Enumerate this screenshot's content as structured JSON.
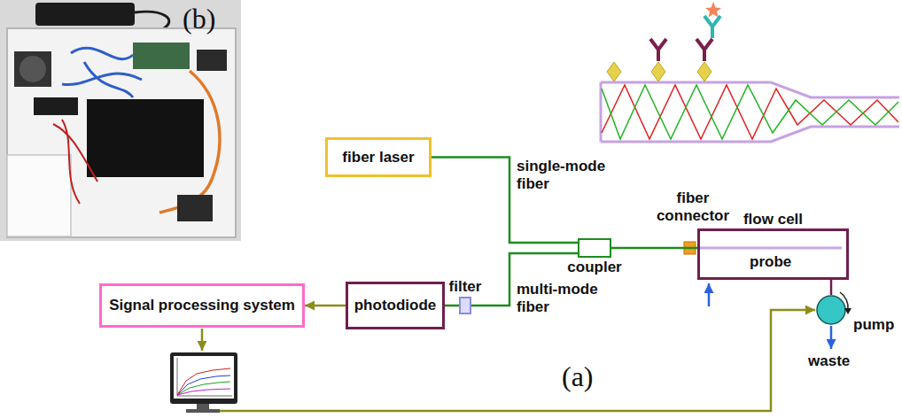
{
  "diagram": {
    "nodes": [
      {
        "text": [
          "fiber laser"
        ]
      },
      {
        "text": [
          "coupler"
        ]
      },
      {
        "text": [
          "flow cell"
        ]
      },
      {
        "text": [
          "pump"
        ]
      },
      {
        "text": [
          "filter"
        ]
      },
      {
        "text": [
          "photodiode"
        ]
      },
      {
        "text": [
          "Signal processing system"
        ]
      }
    ],
    "edges": [
      {
        "from": 0,
        "to": 1,
        "arrow": "none",
        "label": "single-mode fiber"
      },
      {
        "from": 1,
        "to": 2,
        "arrow": "none"
      },
      {
        "from": 1,
        "to": 4,
        "arrow": "none",
        "label": "multi-mode fiber"
      },
      {
        "from": 4,
        "to": 5,
        "arrow": "none"
      },
      {
        "from": 5,
        "to": 6,
        "arrow": "to"
      },
      {
        "from": 2,
        "to": 3,
        "arrow": "none"
      }
    ],
    "labels": [
      "(b)",
      "fiber connector",
      "probe",
      "waste",
      "(a)"
    ]
  }
}
